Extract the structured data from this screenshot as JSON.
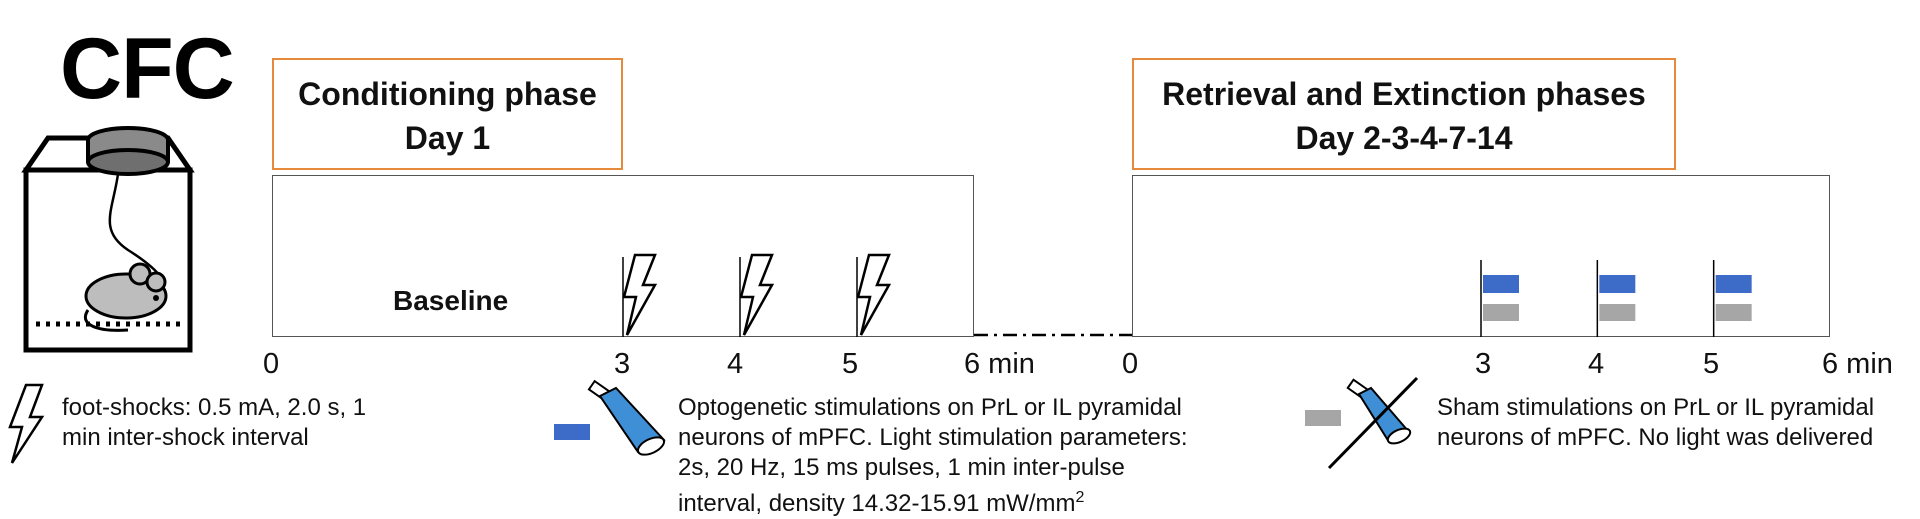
{
  "cfc": {
    "title": "CFC"
  },
  "conditioning": {
    "title_line1": "Conditioning phase",
    "title_line2": "Day 1",
    "baseline_label": "Baseline",
    "ticks": {
      "t0": "0",
      "t3": "3",
      "t4": "4",
      "t5": "5",
      "t6": "6 min"
    },
    "shock_minutes": [
      3,
      4,
      5
    ]
  },
  "retrieval": {
    "title_line1": "Retrieval and Extinction phases",
    "title_line2": "Day 2-3-4-7-14",
    "ticks": {
      "t0": "0",
      "t3": "3",
      "t4": "4",
      "t5": "5",
      "t6": "6 min"
    },
    "stim_minutes": [
      3,
      4,
      5
    ]
  },
  "legend": {
    "shock_line1": "foot-shocks: 0.5 mA, 2.0 s, 1",
    "shock_line2": "min inter-shock interval",
    "opto_line1": "Optogenetic stimulations on PrL or IL pyramidal",
    "opto_line2": "neurons of mPFC. Light stimulation parameters:",
    "opto_line3": "2s, 20 Hz, 15 ms pulses, 1 min inter-pulse",
    "opto_line4": "interval, density 14.32-15.91 mW/mm",
    "opto_sup": "2",
    "sham_line1": "Sham stimulations on PrL or IL pyramidal",
    "sham_line2": "neurons of mPFC. No light was delivered"
  },
  "colors": {
    "phase_border": "#e6893a",
    "opto_blue": "#3d6cc8",
    "sham_gray": "#a6a6a6",
    "light_cone": "#3f8fd6"
  }
}
